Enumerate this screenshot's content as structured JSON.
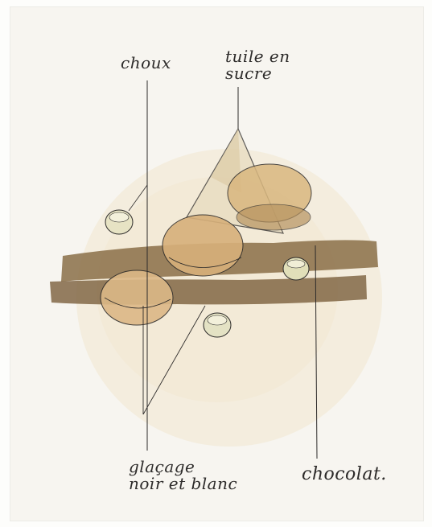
{
  "labels": {
    "choux": "choux",
    "tuile": "tuile en\n   sucre",
    "glacage": "glaçage\nnoir et blanc",
    "chocolat": "chocolat."
  },
  "colors": {
    "paper": "#f7f5f0",
    "wash": "#efe0bd",
    "chocolate": "#8a6e48",
    "choux": "#d9b77f",
    "ink": "#2d2b2a",
    "sugar": "#e8dcc0"
  }
}
